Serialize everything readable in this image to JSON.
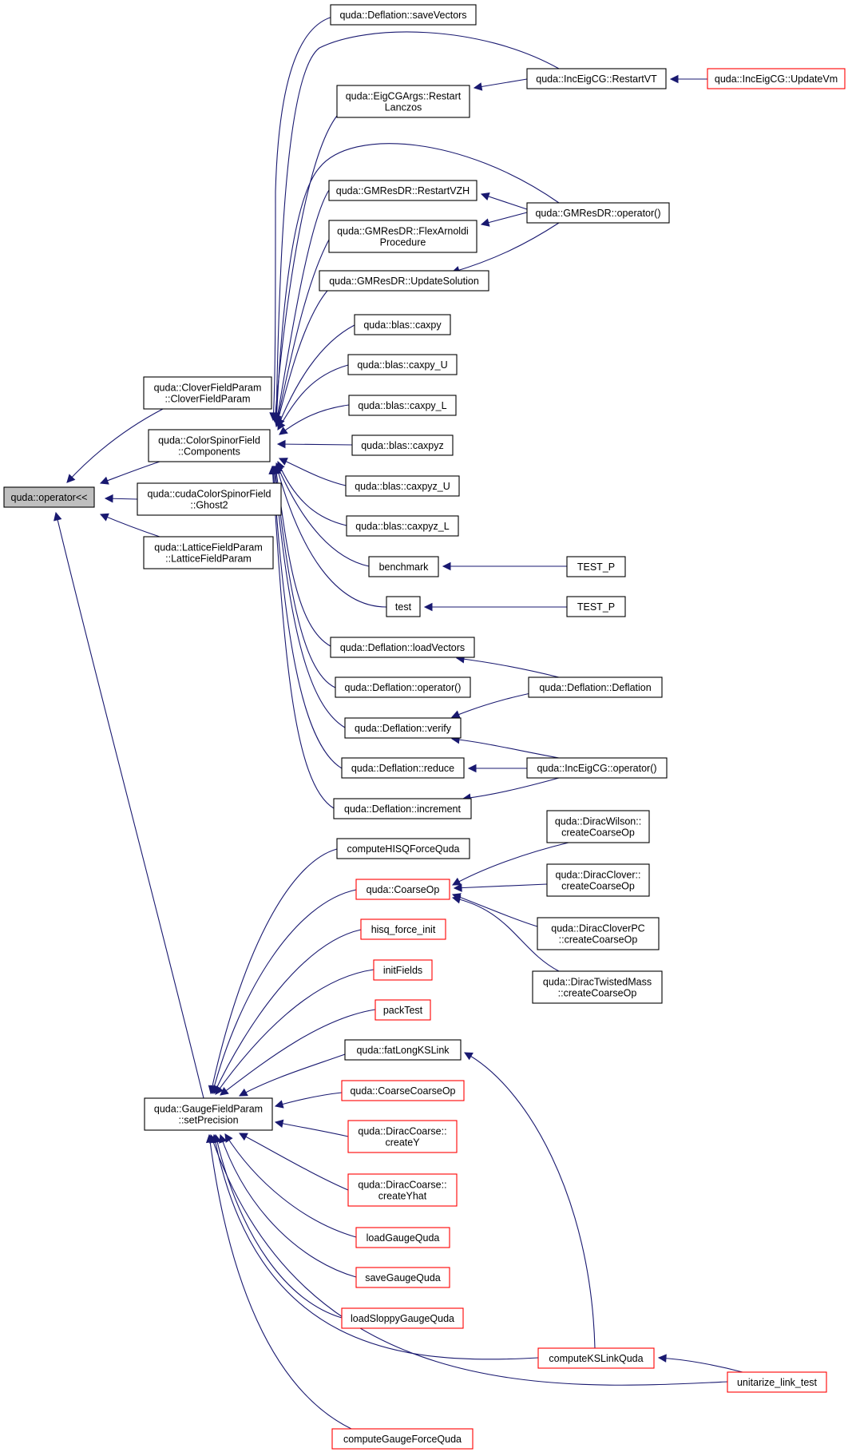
{
  "diagram": {
    "type": "call-graph",
    "root": "quda::operator<<",
    "colors": {
      "edge": "#191970",
      "node_border": "#000000",
      "node_border_truncated": "#ff0000",
      "root_fill": "#bfbfbf",
      "node_fill": "#ffffff"
    },
    "nodes": [
      {
        "id": "root",
        "lines": [
          "quda::operator<<"
        ],
        "style": "root"
      },
      {
        "id": "cloverparam",
        "lines": [
          "quda::CloverFieldParam",
          "::CloverFieldParam"
        ],
        "style": "normal"
      },
      {
        "id": "components",
        "lines": [
          "quda::ColorSpinorField",
          "::Components"
        ],
        "style": "normal"
      },
      {
        "id": "ghost2",
        "lines": [
          "quda::cudaColorSpinorField",
          "::Ghost2"
        ],
        "style": "normal"
      },
      {
        "id": "latticeparam",
        "lines": [
          "quda::LatticeFieldParam",
          "::LatticeFieldParam"
        ],
        "style": "normal"
      },
      {
        "id": "setprecision",
        "lines": [
          "quda::GaugeFieldParam",
          "::setPrecision"
        ],
        "style": "normal"
      },
      {
        "id": "savevectors",
        "lines": [
          "quda::Deflation::saveVectors"
        ],
        "style": "normal"
      },
      {
        "id": "restartlanczos",
        "lines": [
          "quda::EigCGArgs::Restart",
          "Lanczos"
        ],
        "style": "normal"
      },
      {
        "id": "restartvzh",
        "lines": [
          "quda::GMResDR::RestartVZH"
        ],
        "style": "normal"
      },
      {
        "id": "flexarnoldi",
        "lines": [
          "quda::GMResDR::FlexArnoldi",
          "Procedure"
        ],
        "style": "normal"
      },
      {
        "id": "updatesolution",
        "lines": [
          "quda::GMResDR::UpdateSolution"
        ],
        "style": "normal"
      },
      {
        "id": "caxpy",
        "lines": [
          "quda::blas::caxpy"
        ],
        "style": "normal"
      },
      {
        "id": "caxpy_u",
        "lines": [
          "quda::blas::caxpy_U"
        ],
        "style": "normal"
      },
      {
        "id": "caxpy_l",
        "lines": [
          "quda::blas::caxpy_L"
        ],
        "style": "normal"
      },
      {
        "id": "caxpyz",
        "lines": [
          "quda::blas::caxpyz"
        ],
        "style": "normal"
      },
      {
        "id": "caxpyz_u",
        "lines": [
          "quda::blas::caxpyz_U"
        ],
        "style": "normal"
      },
      {
        "id": "caxpyz_l",
        "lines": [
          "quda::blas::caxpyz_L"
        ],
        "style": "normal"
      },
      {
        "id": "benchmark",
        "lines": [
          "benchmark"
        ],
        "style": "normal"
      },
      {
        "id": "test",
        "lines": [
          "test"
        ],
        "style": "normal"
      },
      {
        "id": "loadvectors",
        "lines": [
          "quda::Deflation::loadVectors"
        ],
        "style": "normal"
      },
      {
        "id": "defop",
        "lines": [
          "quda::Deflation::operator()"
        ],
        "style": "normal"
      },
      {
        "id": "verify",
        "lines": [
          "quda::Deflation::verify"
        ],
        "style": "normal"
      },
      {
        "id": "reduce",
        "lines": [
          "quda::Deflation::reduce"
        ],
        "style": "normal"
      },
      {
        "id": "increment",
        "lines": [
          "quda::Deflation::increment"
        ],
        "style": "normal"
      },
      {
        "id": "hisqforce",
        "lines": [
          "computeHISQForceQuda"
        ],
        "style": "normal"
      },
      {
        "id": "coarseop",
        "lines": [
          "quda::CoarseOp"
        ],
        "style": "truncated"
      },
      {
        "id": "hisqinit",
        "lines": [
          "hisq_force_init"
        ],
        "style": "truncated"
      },
      {
        "id": "initfields",
        "lines": [
          "initFields"
        ],
        "style": "truncated"
      },
      {
        "id": "packtest",
        "lines": [
          "packTest"
        ],
        "style": "truncated"
      },
      {
        "id": "fatlong",
        "lines": [
          "quda::fatLongKSLink"
        ],
        "style": "normal"
      },
      {
        "id": "coarsecoarse",
        "lines": [
          "quda::CoarseCoarseOp"
        ],
        "style": "truncated"
      },
      {
        "id": "createy",
        "lines": [
          "quda::DiracCoarse::",
          "createY"
        ],
        "style": "truncated"
      },
      {
        "id": "createyhat",
        "lines": [
          "quda::DiracCoarse::",
          "createYhat"
        ],
        "style": "truncated"
      },
      {
        "id": "loadgauge",
        "lines": [
          "loadGaugeQuda"
        ],
        "style": "truncated"
      },
      {
        "id": "savegauge",
        "lines": [
          "saveGaugeQuda"
        ],
        "style": "truncated"
      },
      {
        "id": "loadsloppy",
        "lines": [
          "loadSloppyGaugeQuda"
        ],
        "style": "truncated"
      },
      {
        "id": "computeks",
        "lines": [
          "computeKSLinkQuda"
        ],
        "style": "truncated"
      },
      {
        "id": "gaugeforce",
        "lines": [
          "computeGaugeForceQuda"
        ],
        "style": "truncated"
      },
      {
        "id": "restartvt",
        "lines": [
          "quda::IncEigCG::RestartVT"
        ],
        "style": "normal"
      },
      {
        "id": "updatevm",
        "lines": [
          "quda::IncEigCG::UpdateVm"
        ],
        "style": "truncated"
      },
      {
        "id": "gmresop",
        "lines": [
          "quda::GMResDR::operator()"
        ],
        "style": "normal"
      },
      {
        "id": "testp1",
        "lines": [
          "TEST_P"
        ],
        "style": "normal"
      },
      {
        "id": "testp2",
        "lines": [
          "TEST_P"
        ],
        "style": "normal"
      },
      {
        "id": "deflation",
        "lines": [
          "quda::Deflation::Deflation"
        ],
        "style": "normal"
      },
      {
        "id": "inceigop",
        "lines": [
          "quda::IncEigCG::operator()"
        ],
        "style": "normal"
      },
      {
        "id": "diracwilson",
        "lines": [
          "quda::DiracWilson::",
          "createCoarseOp"
        ],
        "style": "normal"
      },
      {
        "id": "diracclover",
        "lines": [
          "quda::DiracClover::",
          "createCoarseOp"
        ],
        "style": "normal"
      },
      {
        "id": "diraccloverpc",
        "lines": [
          "quda::DiracCloverPC",
          "::createCoarseOp"
        ],
        "style": "normal"
      },
      {
        "id": "diractwisted",
        "lines": [
          "quda::DiracTwistedMass",
          "::createCoarseOp"
        ],
        "style": "normal"
      },
      {
        "id": "unitarize",
        "lines": [
          "unitarize_link_test"
        ],
        "style": "truncated"
      }
    ],
    "edges": [
      {
        "from": "cloverparam",
        "to": "root"
      },
      {
        "from": "components",
        "to": "root"
      },
      {
        "from": "ghost2",
        "to": "root"
      },
      {
        "from": "latticeparam",
        "to": "root"
      },
      {
        "from": "setprecision",
        "to": "root"
      },
      {
        "from": "savevectors",
        "to": "components"
      },
      {
        "from": "restartlanczos",
        "to": "components"
      },
      {
        "from": "restartvzh",
        "to": "components"
      },
      {
        "from": "flexarnoldi",
        "to": "components"
      },
      {
        "from": "updatesolution",
        "to": "components"
      },
      {
        "from": "caxpy",
        "to": "components"
      },
      {
        "from": "caxpy_u",
        "to": "components"
      },
      {
        "from": "caxpy_l",
        "to": "components"
      },
      {
        "from": "caxpyz",
        "to": "components"
      },
      {
        "from": "caxpyz_u",
        "to": "components"
      },
      {
        "from": "caxpyz_l",
        "to": "components"
      },
      {
        "from": "benchmark",
        "to": "components"
      },
      {
        "from": "test",
        "to": "components"
      },
      {
        "from": "loadvectors",
        "to": "components"
      },
      {
        "from": "defop",
        "to": "components"
      },
      {
        "from": "verify",
        "to": "components"
      },
      {
        "from": "reduce",
        "to": "components"
      },
      {
        "from": "increment",
        "to": "components"
      },
      {
        "from": "restartvt",
        "to": "components"
      },
      {
        "from": "gmresop",
        "to": "components"
      },
      {
        "from": "hisqforce",
        "to": "setprecision"
      },
      {
        "from": "coarseop",
        "to": "setprecision"
      },
      {
        "from": "hisqinit",
        "to": "setprecision"
      },
      {
        "from": "initfields",
        "to": "setprecision"
      },
      {
        "from": "packtest",
        "to": "setprecision"
      },
      {
        "from": "fatlong",
        "to": "setprecision"
      },
      {
        "from": "coarsecoarse",
        "to": "setprecision"
      },
      {
        "from": "createy",
        "to": "setprecision"
      },
      {
        "from": "createyhat",
        "to": "setprecision"
      },
      {
        "from": "loadgauge",
        "to": "setprecision"
      },
      {
        "from": "savegauge",
        "to": "setprecision"
      },
      {
        "from": "loadsloppy",
        "to": "setprecision"
      },
      {
        "from": "computeks",
        "to": "setprecision"
      },
      {
        "from": "unitarize",
        "to": "setprecision"
      },
      {
        "from": "gaugeforce",
        "to": "setprecision"
      },
      {
        "from": "restartvt",
        "to": "restartlanczos"
      },
      {
        "from": "updatevm",
        "to": "restartvt"
      },
      {
        "from": "gmresop",
        "to": "restartvzh"
      },
      {
        "from": "gmresop",
        "to": "flexarnoldi"
      },
      {
        "from": "gmresop",
        "to": "updatesolution"
      },
      {
        "from": "testp1",
        "to": "benchmark"
      },
      {
        "from": "testp2",
        "to": "test"
      },
      {
        "from": "deflation",
        "to": "loadvectors"
      },
      {
        "from": "deflation",
        "to": "verify"
      },
      {
        "from": "inceigop",
        "to": "verify"
      },
      {
        "from": "inceigop",
        "to": "reduce"
      },
      {
        "from": "inceigop",
        "to": "increment"
      },
      {
        "from": "diracwilson",
        "to": "coarseop"
      },
      {
        "from": "diracclover",
        "to": "coarseop"
      },
      {
        "from": "diraccloverpc",
        "to": "coarseop"
      },
      {
        "from": "diractwisted",
        "to": "coarseop"
      },
      {
        "from": "computeks",
        "to": "fatlong"
      },
      {
        "from": "unitarize",
        "to": "computeks"
      }
    ]
  }
}
